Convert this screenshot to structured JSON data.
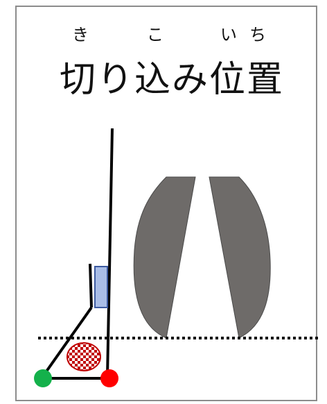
{
  "title": {
    "text": "切り込み位置",
    "ruby": [
      "き",
      "こ",
      "い",
      "ち"
    ]
  },
  "colors": {
    "frame": "#8c8c8c",
    "blade": "#6e6b69",
    "pad": "#a9bde6",
    "green_dot": "#14b14b",
    "red_dot": "#ff0000",
    "check_red": "#c00000",
    "line": "#000000"
  },
  "icons": [
    "blade-left-shape",
    "blade-right-shape",
    "checkered-disc-icon",
    "green-dot-icon",
    "red-dot-icon"
  ]
}
